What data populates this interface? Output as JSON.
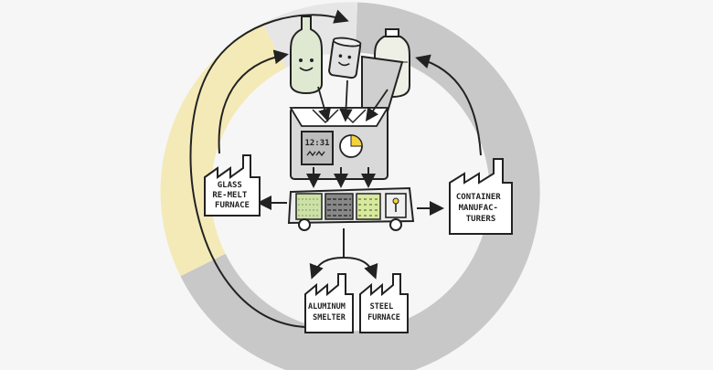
{
  "labels": {
    "glass_furnace": [
      "GLASS",
      "RE-MELT",
      "FURNACE"
    ],
    "container_manufacturers": [
      "CONTAINER",
      "MANUFAC-",
      "TURERS"
    ],
    "aluminum_smelter": [
      "ALUMINUM",
      "SMELTER"
    ],
    "steel_furnace": [
      "STEEL",
      "FURNACE"
    ],
    "machine_display": "12:31"
  },
  "colors": {
    "background": "#f6f6f6",
    "ring_gray": "#c8c8c8",
    "ring_yellow": "#f4eab8",
    "ink": "#222222",
    "glass_green": "#dfe9d2",
    "aluminum_silver": "#e2e2e2",
    "plastic_clear": "#eef0e6",
    "bale_green": "#cde0a8",
    "bale_dark": "#666666",
    "accent_yellow": "#f4d23c"
  },
  "icons": [
    "glass-bottle-icon",
    "aluminum-can-icon",
    "plastic-bottle-icon",
    "reverse-vending-machine-icon",
    "forklift-icon",
    "factory-icon"
  ]
}
